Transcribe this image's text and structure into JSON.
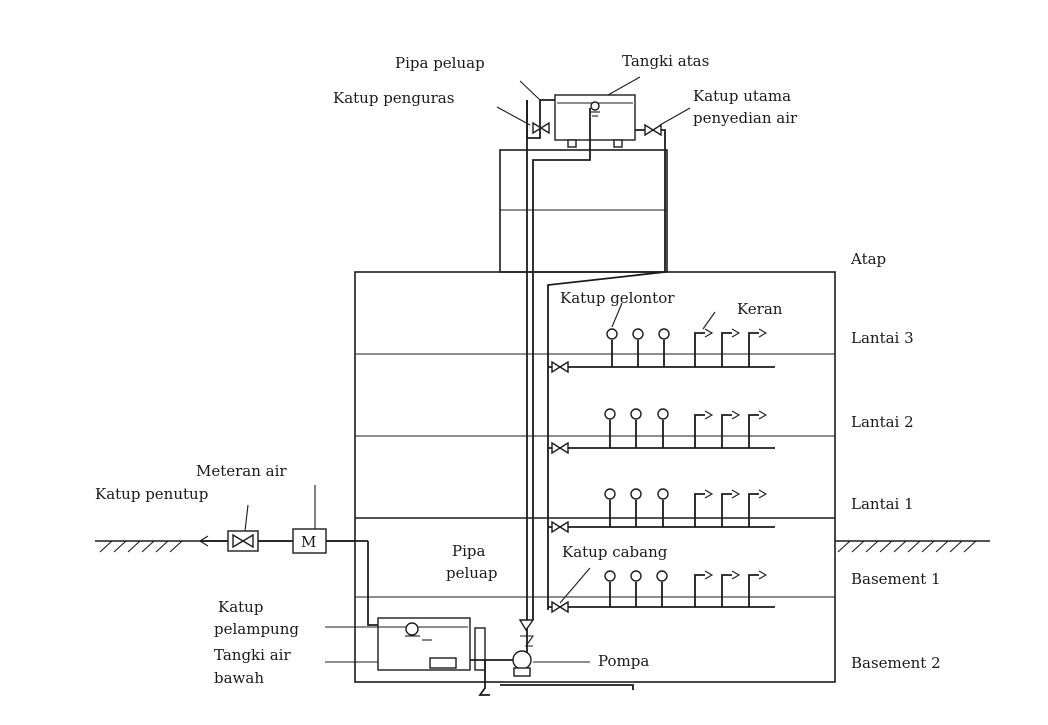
{
  "labels": {
    "pipa_peluap_top": "Pipa peluap",
    "tangki_atas": "Tangki atas",
    "katup_penguras": "Katup penguras",
    "katup_utama_1": "Katup utama",
    "katup_utama_2": "penyedian air",
    "atap": "Atap",
    "katup_gelontor": "Katup gelontor",
    "keran": "Keran",
    "lantai_3": "Lantai 3",
    "lantai_2": "Lantai 2",
    "lantai_1": "Lantai 1",
    "basement_1": "Basement 1",
    "basement_2": "Basement 2",
    "meteran_air": "Meteran air",
    "katup_penutup": "Katup penutup",
    "meter_symbol": "M",
    "pipa_peluap_bottom_1": "Pipa",
    "pipa_peluap_bottom_2": "peluap",
    "katup_cabang": "Katup cabang",
    "katup_pelampung_1": "Katup",
    "katup_pelampung_2": "pelampung",
    "tangki_air_bawah_1": "Tangki air",
    "tangki_air_bawah_2": "bawah",
    "pompa": "Pompa"
  }
}
